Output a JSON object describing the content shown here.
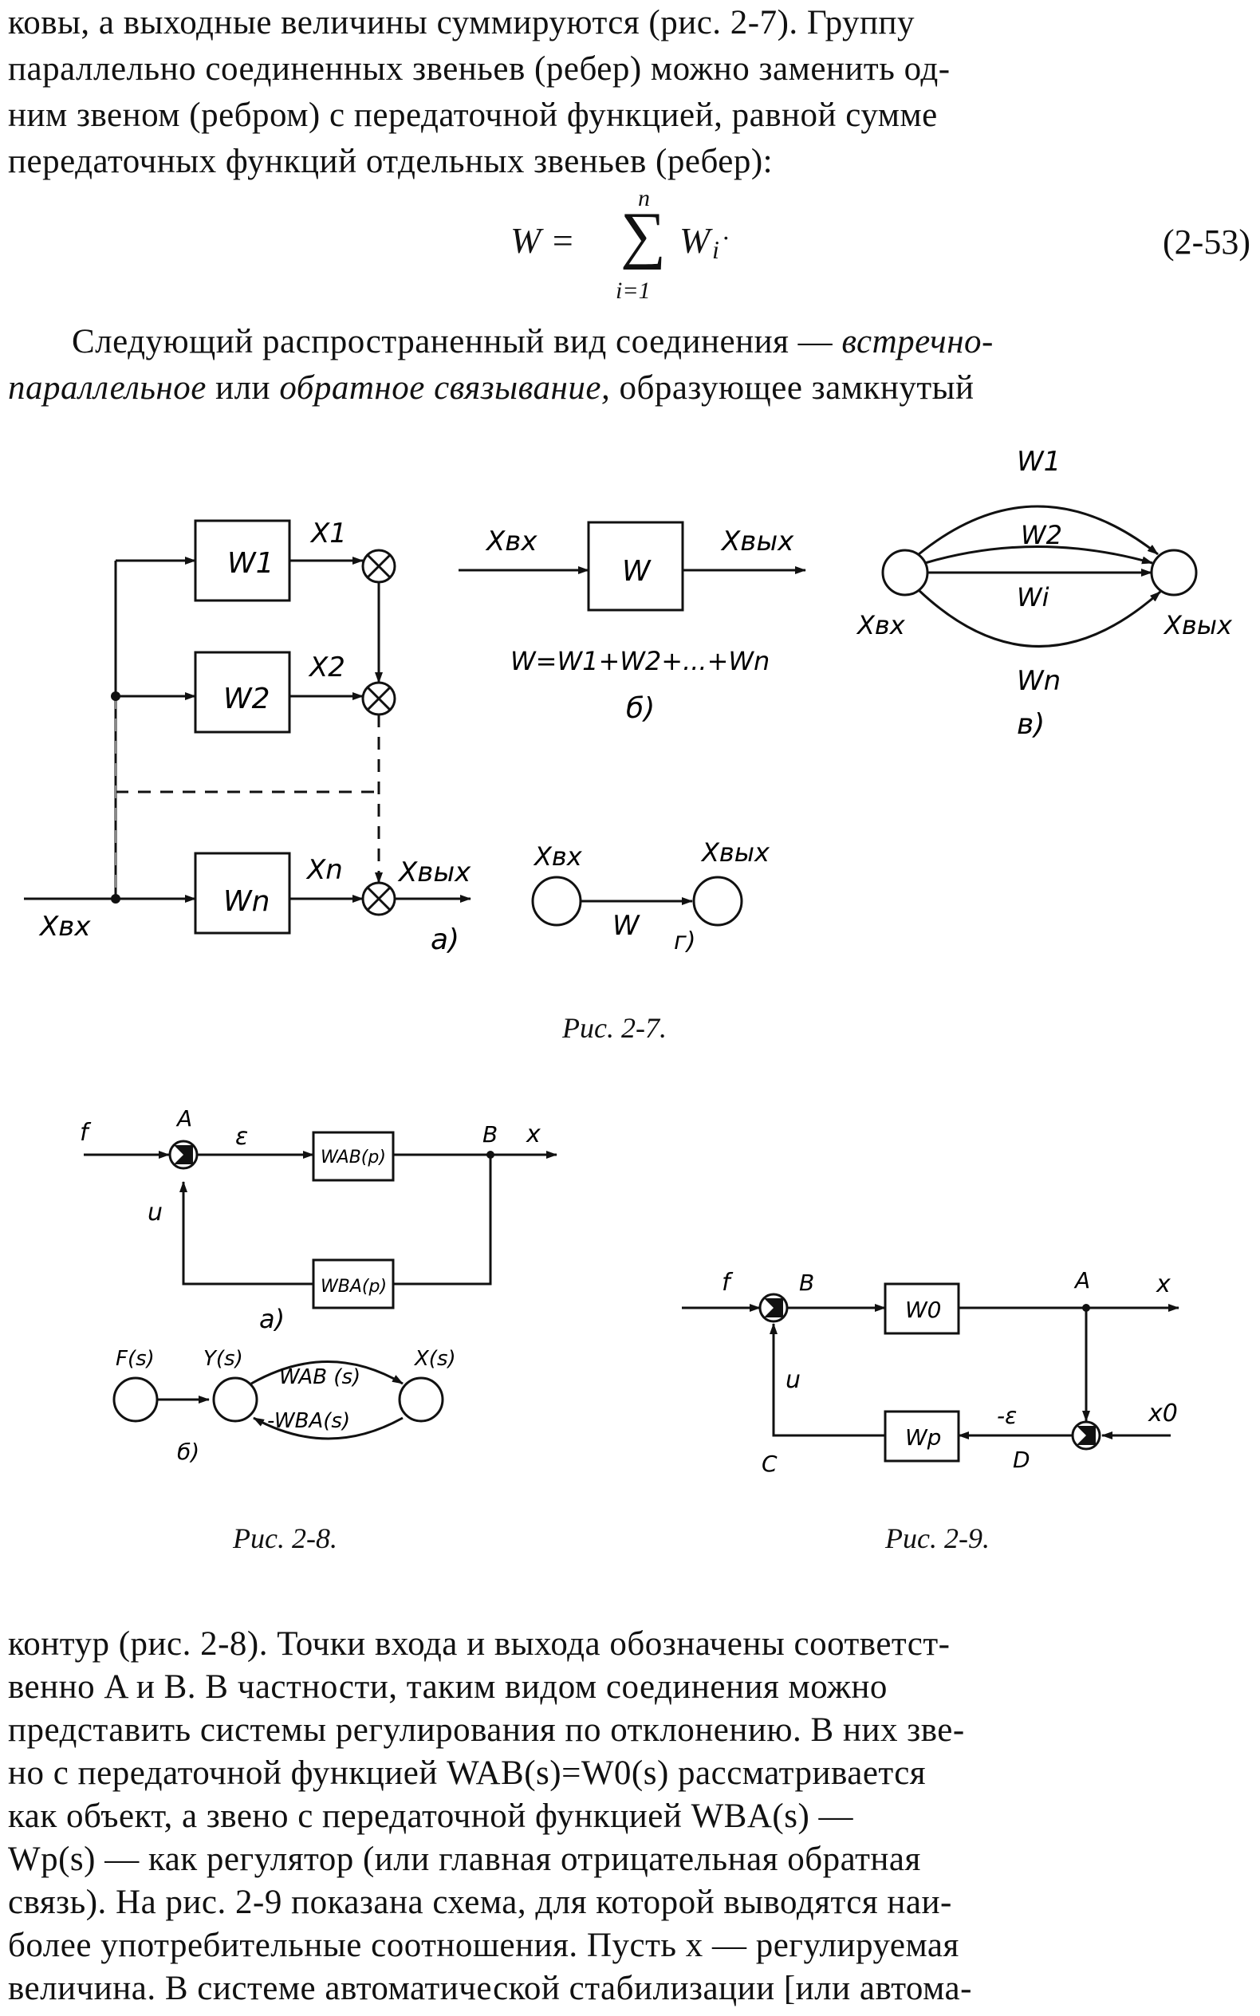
{
  "text_top": [
    "ковы, а выходные величины суммируются (рис. 2-7). Группу",
    "параллельно соединенных звеньев (ребер) можно заменить од-",
    "ним звеном (ребром) с передаточной функцией, равной сумме",
    "передаточных функций отдельных звеньев (ребер):"
  ],
  "formula": {
    "lhs": "W =",
    "sum_top": "n",
    "sum_sym": "∑",
    "sum_bottom": "i=1",
    "term": "W",
    "sub": "i",
    "dot": "·",
    "number": "(2-53)"
  },
  "text_mid": {
    "l1_a": "Следующий распространенный вид соединения — ",
    "l1_b": "встречно-",
    "l2_a": "параллельное",
    "l2_b": " или ",
    "l2_c": "обратное связывание,",
    "l2_d": " образующее замкнутый"
  },
  "fig27": {
    "a": {
      "w1": "W1",
      "w2": "W2",
      "wn": "Wn",
      "x1": "X1",
      "x2": "X2",
      "xn": "Xn",
      "xin": "Xвх",
      "xout": "Xвых",
      "label": "а)"
    },
    "b": {
      "xin": "Xвх",
      "w": "W",
      "xout": "Xвых",
      "eq": "W=W1+W2+...+Wn",
      "label": "б)"
    },
    "v": {
      "w1": "W1",
      "w2": "W2",
      "wi": "Wi",
      "wn": "Wn",
      "xin": "Xвх",
      "xout": "Xвых",
      "label": "в)"
    },
    "g": {
      "xin": "Xвх",
      "xout": "Xвых",
      "w": "W",
      "label": "г)"
    },
    "caption": "Рис. 2-7."
  },
  "fig28": {
    "a": {
      "f": "f",
      "A": "A",
      "eps": "ε",
      "wab": "WAB(p)",
      "B": "B",
      "x": "x",
      "u": "u",
      "wba": "WBA(p)",
      "label": "а)"
    },
    "b": {
      "fs": "F(s)",
      "ys": "Y(s)",
      "xs": "X(s)",
      "wab": "WAB (s)",
      "wba": "-WBA(s)",
      "label": "б)"
    },
    "caption": "Рис. 2-8."
  },
  "fig29": {
    "f": "f",
    "B": "B",
    "w0": "W0",
    "A": "A",
    "x": "x",
    "u": "u",
    "C": "C",
    "wp": "Wp",
    "eps": "-ε",
    "D": "D",
    "x0": "x0",
    "caption": "Рис. 2-9."
  },
  "text_bottom": [
    "контур (рис. 2-8). Точки входа и выхода обозначены соответст-",
    "венно A и B. В частности, таким видом соединения можно",
    "представить системы регулирования по отклонению. В них зве-",
    "но с передаточной функцией WAB(s)=W0(s) рассматривается",
    "как объект, а звено с передаточной функцией WBA(s) —",
    "Wp(s) — как регулятор (или главная отрицательная обратная",
    "связь). На рис. 2-9 показана схема, для которой выводятся наи-",
    "более употребительные соотношения. Пусть x — регулируемая",
    "величина. В системе автоматической стабилизации [или автома-"
  ]
}
